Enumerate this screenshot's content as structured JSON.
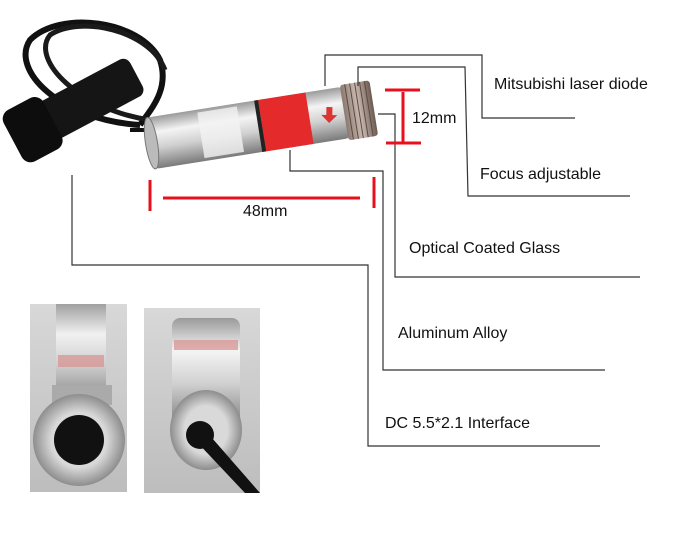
{
  "dimensions": {
    "length": "48mm",
    "diameter": "12mm"
  },
  "callouts": [
    {
      "label": "Mitsubishi laser diode"
    },
    {
      "label": "Focus adjustable"
    },
    {
      "label": "Optical Coated Glass"
    },
    {
      "label": "Aluminum Alloy"
    },
    {
      "label": "DC 5.5*2.1 Interface"
    }
  ],
  "colors": {
    "dimension_line": "#e8101a",
    "leader_line": "#333333",
    "label_band": "#e42a2a"
  }
}
